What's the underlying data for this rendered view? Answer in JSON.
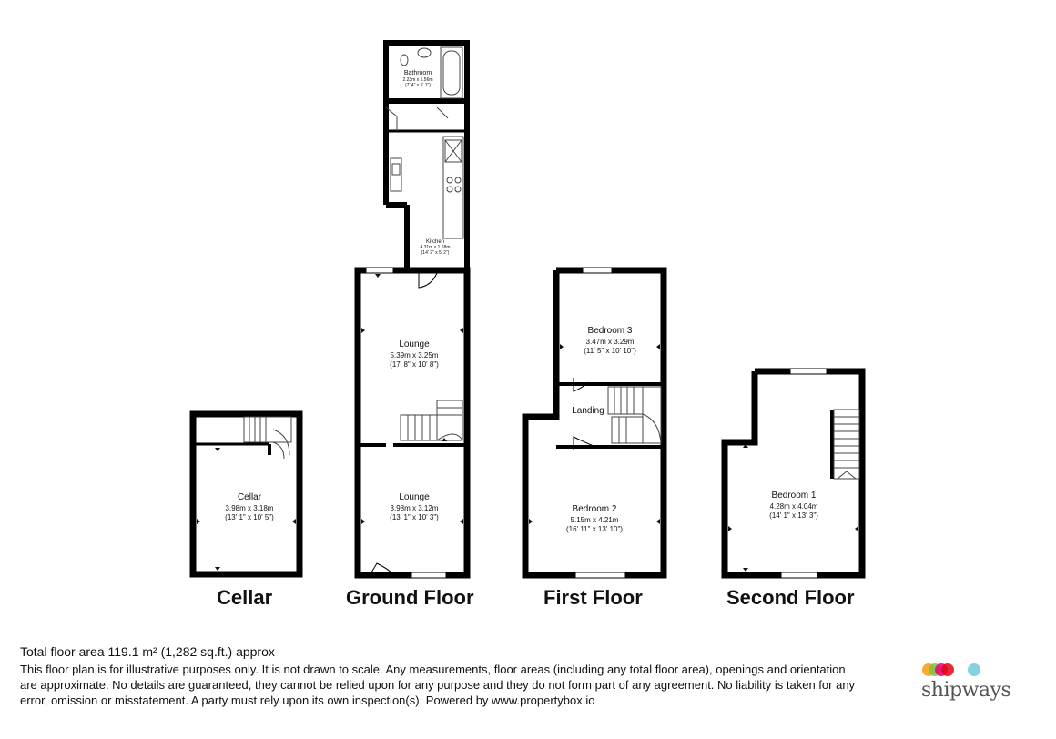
{
  "rooms": {
    "bathroom": {
      "name": "Bathroom",
      "metric": "2.23m x 1.56m",
      "imperial": "(7' 4\" x 5' 1\")"
    },
    "kitchen": {
      "name": "Kitchen",
      "metric": "4.31m x 1.58m",
      "imperial": "(14' 2\" x 5' 2\")"
    },
    "lounge_rear": {
      "name": "Lounge",
      "metric": "5.39m x 3.25m",
      "imperial": "(17' 8\" x 10' 8\")"
    },
    "lounge_front": {
      "name": "Lounge",
      "metric": "3.98m x 3.12m",
      "imperial": "(13' 1\" x 10' 3\")"
    },
    "cellar": {
      "name": "Cellar",
      "metric": "3.98m x 3.18m",
      "imperial": "(13' 1\" x 10' 5\")"
    },
    "bedroom3": {
      "name": "Bedroom 3",
      "metric": "3.47m x 3.29m",
      "imperial": "(11' 5\" x 10' 10\")"
    },
    "landing": {
      "name": "Landing"
    },
    "bedroom2": {
      "name": "Bedroom 2",
      "metric": "5.15m x 4.21m",
      "imperial": "(16' 11\" x 13' 10\")"
    },
    "bedroom1": {
      "name": "Bedroom 1",
      "metric": "4.28m x 4.04m",
      "imperial": "(14' 1\" x 13' 3\")"
    }
  },
  "floors": {
    "cellar": "Cellar",
    "ground": "Ground Floor",
    "first": "First Floor",
    "second": "Second Floor"
  },
  "footer": {
    "total_area": "Total floor area 119.1 m² (1,282 sq.ft.) approx",
    "disclaimer": "This floor plan is for illustrative purposes only. It is not drawn to scale. Any measurements, floor areas (including any total floor area), openings and orientation are approximate. No details are guaranteed, they cannot be relied upon for any purpose and they do not form part of any agreement. No liability is taken for any error, omission or misstatement. A party must rely upon its own inspection(s). Powered by www.propertybox.io"
  },
  "logo": {
    "brand": "shipways",
    "colors": [
      "#f39c12",
      "#7cc242",
      "#e6007e",
      "#e30613",
      "#6ccbd9"
    ]
  }
}
